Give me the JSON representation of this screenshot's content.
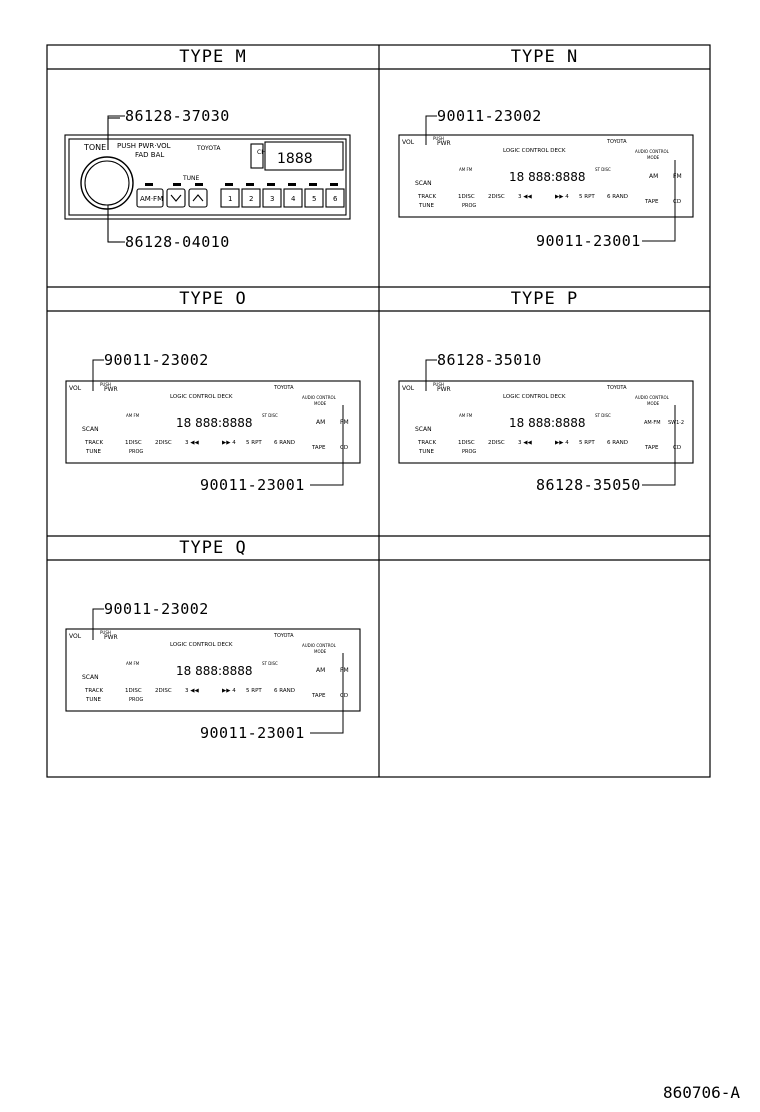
{
  "types": [
    {
      "title": "TYPE  M",
      "parts": [
        "86128-37030",
        "86128-04010"
      ]
    },
    {
      "title": "TYPE  N",
      "parts": [
        "90011-23002",
        "90011-23001"
      ]
    },
    {
      "title": "TYPE  O",
      "parts": [
        "90011-23002",
        "90011-23001"
      ]
    },
    {
      "title": "TYPE  P",
      "parts": [
        "86128-35010",
        "86128-35050"
      ]
    },
    {
      "title": "TYPE  Q",
      "parts": [
        "90011-23002",
        "90011-23001"
      ]
    }
  ],
  "radio_m": {
    "tone": "TONE",
    "push": "PUSH PWR·VOL",
    "balfad": "FAD  BAL",
    "brand": "TOYOTA",
    "ch": "CH",
    "digits": "1888",
    "amfm": "AM·FM",
    "tune": "TUNE",
    "presets": [
      "1",
      "2",
      "3",
      "4",
      "5",
      "6"
    ]
  },
  "radio_std": {
    "vol": "VOL",
    "pwr": "PWR",
    "push": "PUSH",
    "scan": "SCAN",
    "track": "TRACK",
    "tune_lbl": "TUNE",
    "deck": "LOGIC CONTROL DECK",
    "brand": "TOYOTA",
    "audio1": "AUDIO CONTROL",
    "audio2": "MODE",
    "amfm_small": "AM FM",
    "st": "ST DISC",
    "display": "18 888:8888",
    "am": "AM",
    "fm": "FM",
    "tape": "TAPE",
    "cd": "CD",
    "amfm": "AM·FM",
    "sw12": "SW1·2",
    "disc1": "1DISC",
    "prog": "PROG",
    "disc2": "2DISC",
    "seek": "3 ◀◀",
    "ff": "▶▶ 4",
    "rpt": "5 RPT",
    "rand": "6 RAND"
  },
  "footer": "860706-A"
}
